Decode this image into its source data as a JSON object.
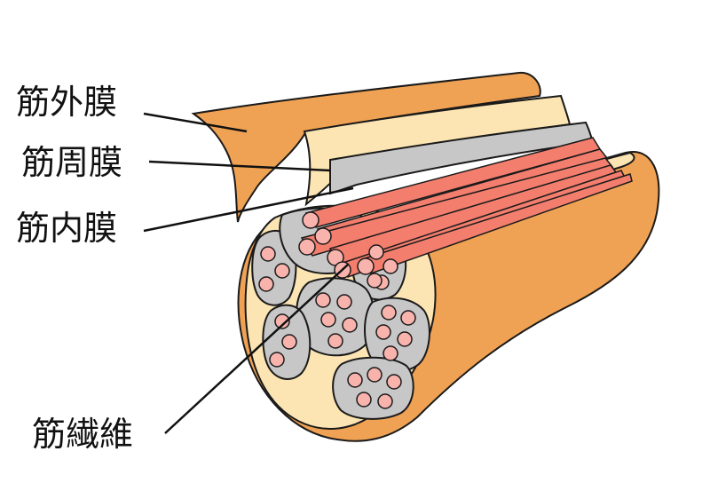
{
  "labels": {
    "epimysium": "筋外膜",
    "perimysium": "筋周膜",
    "endomysium": "筋内膜",
    "muscle_fiber": "筋繊維"
  },
  "colors": {
    "epimysium": "#f0a254",
    "perimysium": "#fce5b3",
    "endomysium": "#c7c7c7",
    "fiber_core": "#f47e6e",
    "fiber_outer": "#f9b3ad",
    "outline": "#1a1a1a"
  }
}
